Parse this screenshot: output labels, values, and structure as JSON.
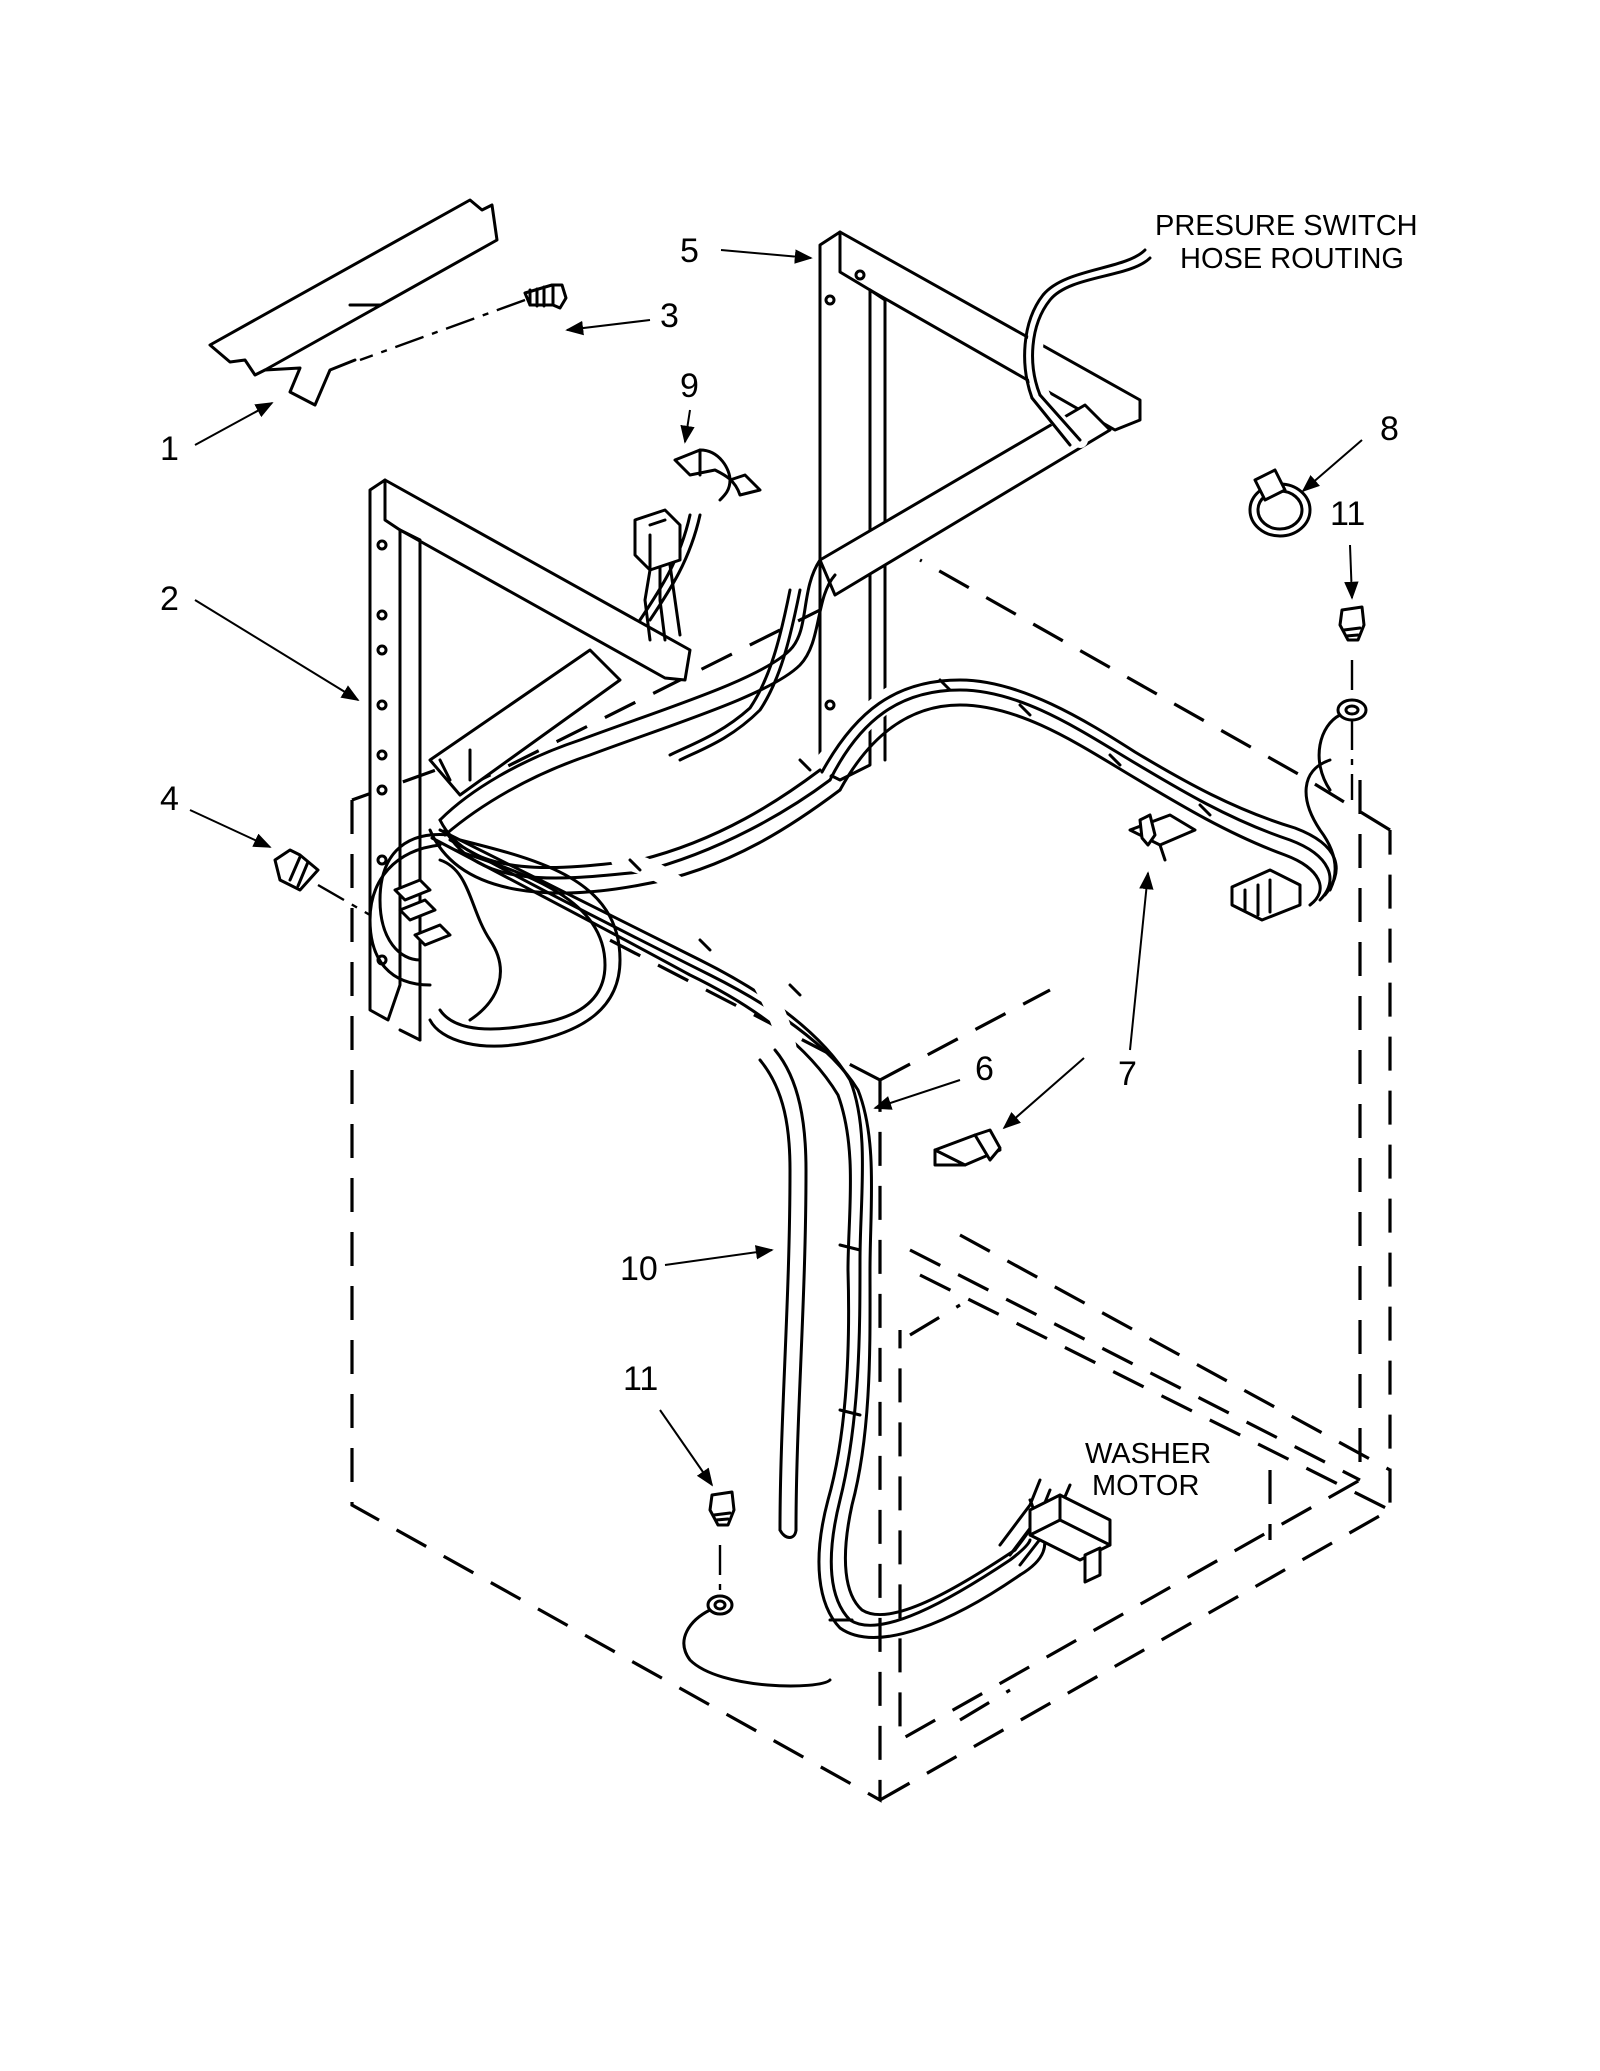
{
  "callouts": {
    "c1": "1",
    "c2": "2",
    "c3": "3",
    "c4": "4",
    "c5": "5",
    "c6": "6",
    "c7": "7",
    "c8": "8",
    "c9": "9",
    "c10": "10",
    "c11_top": "11",
    "c11_bottom": "11"
  },
  "notes": {
    "pressure_switch_line1": "PRESURE SWITCH",
    "pressure_switch_line2": "HOSE ROUTING",
    "washer_motor_line1": "WASHER",
    "washer_motor_line2": "MOTOR"
  }
}
